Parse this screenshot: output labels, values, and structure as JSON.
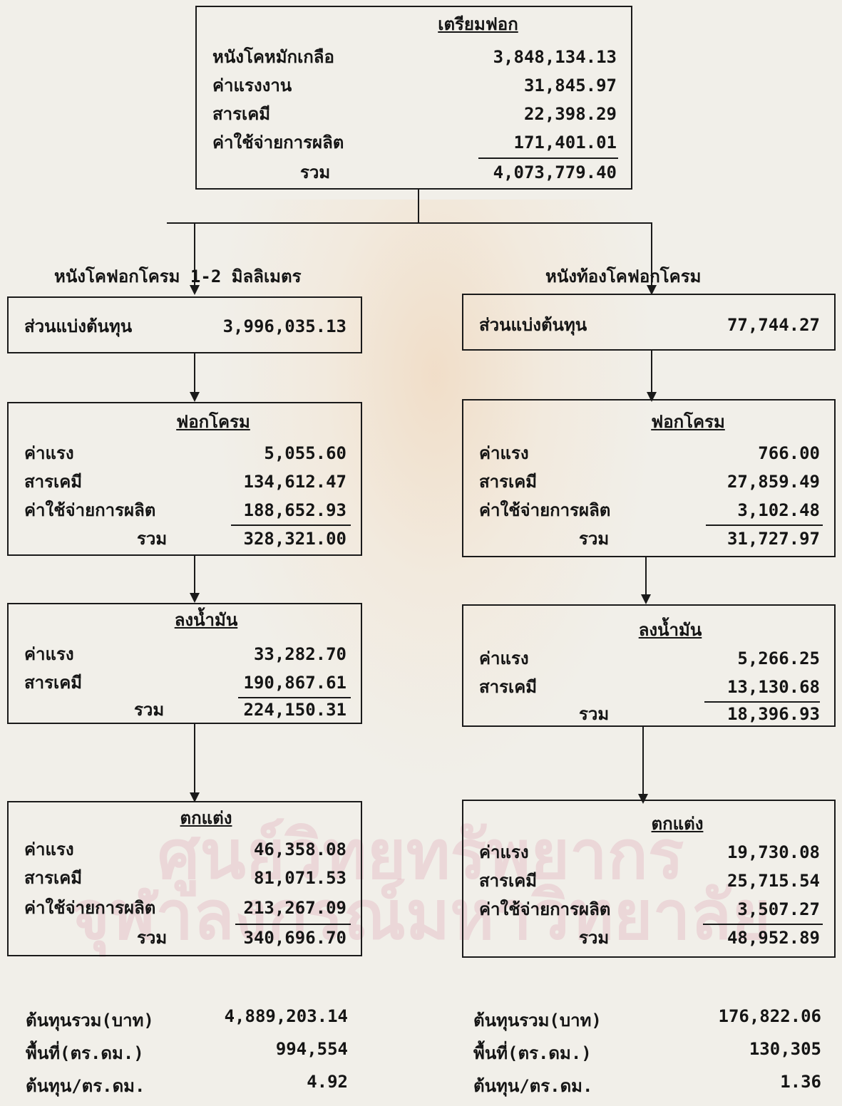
{
  "watermark": {
    "line1": "ศูนย์วิทยทรัพยากร",
    "line2": "จุฬาลงกรณ์มหาวิทยาลัย"
  },
  "top": {
    "title": "เตรียมฟอก",
    "rows": [
      {
        "label": "หนังโคหมักเกลือ",
        "value": "3,848,134.13"
      },
      {
        "label": "ค่าแรงงาน",
        "value": "31,845.97"
      },
      {
        "label": "สารเคมี",
        "value": "22,398.29"
      },
      {
        "label": "ค่าใช้จ่ายการผลิต",
        "value": "171,401.01"
      }
    ],
    "total_label": "รวม",
    "total_value": "4,073,779.40"
  },
  "left": {
    "branch_label": "หนังโคฟอกโครม 1-2 มิลลิเมตร",
    "share": {
      "label": "ส่วนแบ่งต้นทุน",
      "value": "3,996,035.13"
    },
    "tanning": {
      "title": "ฟอกโครม",
      "rows": [
        {
          "label": "ค่าแรง",
          "value": "5,055.60"
        },
        {
          "label": "สารเคมี",
          "value": "134,612.47"
        },
        {
          "label": "ค่าใช้จ่ายการผลิต",
          "value": "188,652.93"
        }
      ],
      "total_label": "รวม",
      "total_value": "328,321.00"
    },
    "oiling": {
      "title": "ลงน้ำมัน",
      "rows": [
        {
          "label": "ค่าแรง",
          "value": "33,282.70"
        },
        {
          "label": "สารเคมี",
          "value": "190,867.61"
        }
      ],
      "total_label": "รวม",
      "total_value": "224,150.31"
    },
    "finishing": {
      "title": "ตกแต่ง",
      "rows": [
        {
          "label": "ค่าแรง",
          "value": "46,358.08"
        },
        {
          "label": "สารเคมี",
          "value": "81,071.53"
        },
        {
          "label": "ค่าใช้จ่ายการผลิต",
          "value": "213,267.09"
        }
      ],
      "total_label": "รวม",
      "total_value": "340,696.70"
    },
    "summary": [
      {
        "label": "ต้นทุนรวม(บาท)",
        "value": "4,889,203.14"
      },
      {
        "label": "พื้นที่(ตร.ดม.)",
        "value": "994,554"
      },
      {
        "label": "ต้นทุน/ตร.ดม.",
        "value": "4.92"
      }
    ]
  },
  "right": {
    "branch_label": "หนังท้องโคฟอกโครม",
    "share": {
      "label": "ส่วนแบ่งต้นทุน",
      "value": "77,744.27"
    },
    "tanning": {
      "title": "ฟอกโครม",
      "rows": [
        {
          "label": "ค่าแรง",
          "value": "766.00"
        },
        {
          "label": "สารเคมี",
          "value": "27,859.49"
        },
        {
          "label": "ค่าใช้จ่ายการผลิต",
          "value": "3,102.48"
        }
      ],
      "total_label": "รวม",
      "total_value": "31,727.97"
    },
    "oiling": {
      "title": "ลงน้ำมัน",
      "rows": [
        {
          "label": "ค่าแรง",
          "value": "5,266.25"
        },
        {
          "label": "สารเคมี",
          "value": "13,130.68"
        }
      ],
      "total_label": "รวม",
      "total_value": "18,396.93"
    },
    "finishing": {
      "title": "ตกแต่ง",
      "rows": [
        {
          "label": "ค่าแรง",
          "value": "19,730.08"
        },
        {
          "label": "สารเคมี",
          "value": "25,715.54"
        },
        {
          "label": "ค่าใช้จ่ายการผลิต",
          "value": "3,507.27"
        }
      ],
      "total_label": "รวม",
      "total_value": "48,952.89"
    },
    "summary": [
      {
        "label": "ต้นทุนรวม(บาท)",
        "value": "176,822.06"
      },
      {
        "label": "พื้นที่(ตร.ดม.)",
        "value": "130,305"
      },
      {
        "label": "ต้นทุน/ตร.ดม.",
        "value": "1.36"
      }
    ]
  }
}
